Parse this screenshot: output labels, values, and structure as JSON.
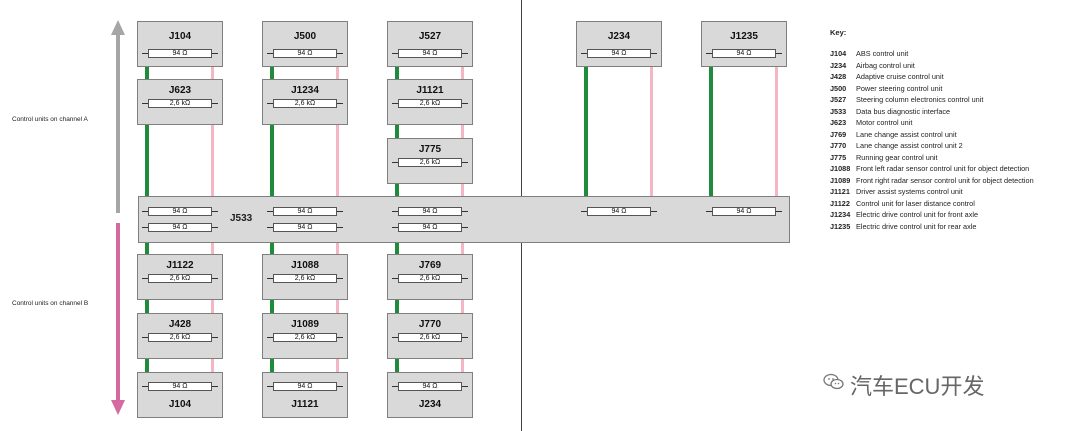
{
  "channel_a_label": "Control units on channel A",
  "channel_b_label": "Control units on channel B",
  "bus": {
    "label": "J533",
    "resistors": [
      "94 Ω",
      "94 Ω",
      "94 Ω",
      "94 Ω",
      "94 Ω"
    ]
  },
  "channel_b_top_resistors": [
    "94 Ω",
    "94 Ω",
    "94 Ω"
  ],
  "units": {
    "c1a_top": {
      "name": "J104",
      "res": "94 Ω"
    },
    "c1a_mid": {
      "name": "J623",
      "res": "2,6 kΩ"
    },
    "c2a_top": {
      "name": "J500",
      "res": "94 Ω"
    },
    "c2a_mid": {
      "name": "J1234",
      "res": "2,6 kΩ"
    },
    "c3a_top": {
      "name": "J527",
      "res": "94 Ω"
    },
    "c3a_mid": {
      "name": "J1121",
      "res": "2,6 kΩ"
    },
    "c3a_low": {
      "name": "J775",
      "res": "2,6 kΩ"
    },
    "c4_top": {
      "name": "J234",
      "res": "94 Ω"
    },
    "c5_top": {
      "name": "J1235",
      "res": "94 Ω"
    },
    "c1b_1": {
      "name": "J1122",
      "res": "2,6 kΩ"
    },
    "c1b_2": {
      "name": "J428",
      "res": "2,6 kΩ"
    },
    "c1b_3": {
      "name": "J104",
      "res": "94 Ω"
    },
    "c2b_1": {
      "name": "J1088",
      "res": "2,6 kΩ"
    },
    "c2b_2": {
      "name": "J1089",
      "res": "2,6 kΩ"
    },
    "c2b_3": {
      "name": "J1121",
      "res": "94 Ω"
    },
    "c3b_1": {
      "name": "J769",
      "res": "2,6 kΩ"
    },
    "c3b_2": {
      "name": "J770",
      "res": "2,6 kΩ"
    },
    "c3b_3": {
      "name": "J234",
      "res": "94 Ω"
    }
  },
  "key": {
    "title": "Key:",
    "items": [
      {
        "code": "J104",
        "desc": "ABS control unit"
      },
      {
        "code": "J234",
        "desc": "Airbag control unit"
      },
      {
        "code": "J428",
        "desc": "Adaptive cruise control unit"
      },
      {
        "code": "J500",
        "desc": "Power steering control unit"
      },
      {
        "code": "J527",
        "desc": "Steering column electronics control unit"
      },
      {
        "code": "J533",
        "desc": "Data bus diagnostic interface"
      },
      {
        "code": "J623",
        "desc": "Motor control unit"
      },
      {
        "code": "J769",
        "desc": "Lane change assist control unit"
      },
      {
        "code": "J770",
        "desc": "Lane change assist control unit 2"
      },
      {
        "code": "J775",
        "desc": "Running gear control unit"
      },
      {
        "code": "J1088",
        "desc": "Front left radar sensor control unit for object detection"
      },
      {
        "code": "J1089",
        "desc": "Front right radar sensor control unit for object detection"
      },
      {
        "code": "J1121",
        "desc": "Driver assist systems control unit"
      },
      {
        "code": "J1122",
        "desc": "Control unit for laser distance control"
      },
      {
        "code": "J1234",
        "desc": "Electric drive control unit for front axle"
      },
      {
        "code": "J1235",
        "desc": "Electric drive control unit for rear axle"
      }
    ]
  },
  "watermark": "汽车ECU开发",
  "colors": {
    "can_high": "#1e8c3a",
    "can_low": "#f4b6c3",
    "arrow_a": "#a6a6a6",
    "arrow_b": "#d56aa0",
    "unit_fill": "#d9d9d9"
  }
}
